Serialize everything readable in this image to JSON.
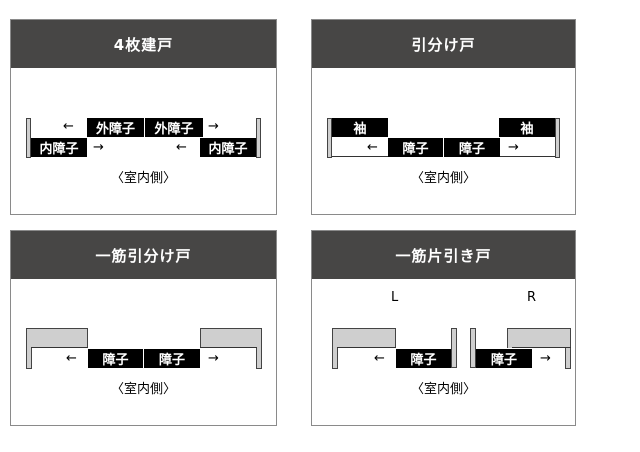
{
  "panel1": {
    "title": "4枚建戸",
    "outer1": "外障子",
    "outer2": "外障子",
    "inner1": "内障子",
    "inner2": "内障子",
    "arrow_left": "←",
    "arrow_right": "→",
    "caption": "〈室内側〉"
  },
  "panel2": {
    "title": "引分け戸",
    "sleeve1": "袖",
    "sleeve2": "袖",
    "shoji1": "障子",
    "shoji2": "障子",
    "arrow_left": "←",
    "arrow_right": "→",
    "caption": "〈室内側〉"
  },
  "panel3": {
    "title": "一筋引分け戸",
    "shoji1": "障子",
    "shoji2": "障子",
    "arrow_left": "←",
    "arrow_right": "→",
    "caption": "〈室内側〉"
  },
  "panel4": {
    "title": "一筋片引き戸",
    "label_left": "L",
    "label_right": "R",
    "shoji1": "障子",
    "shoji2": "障子",
    "arrow_left": "←",
    "arrow_right": "→",
    "caption": "〈室内側〉"
  }
}
